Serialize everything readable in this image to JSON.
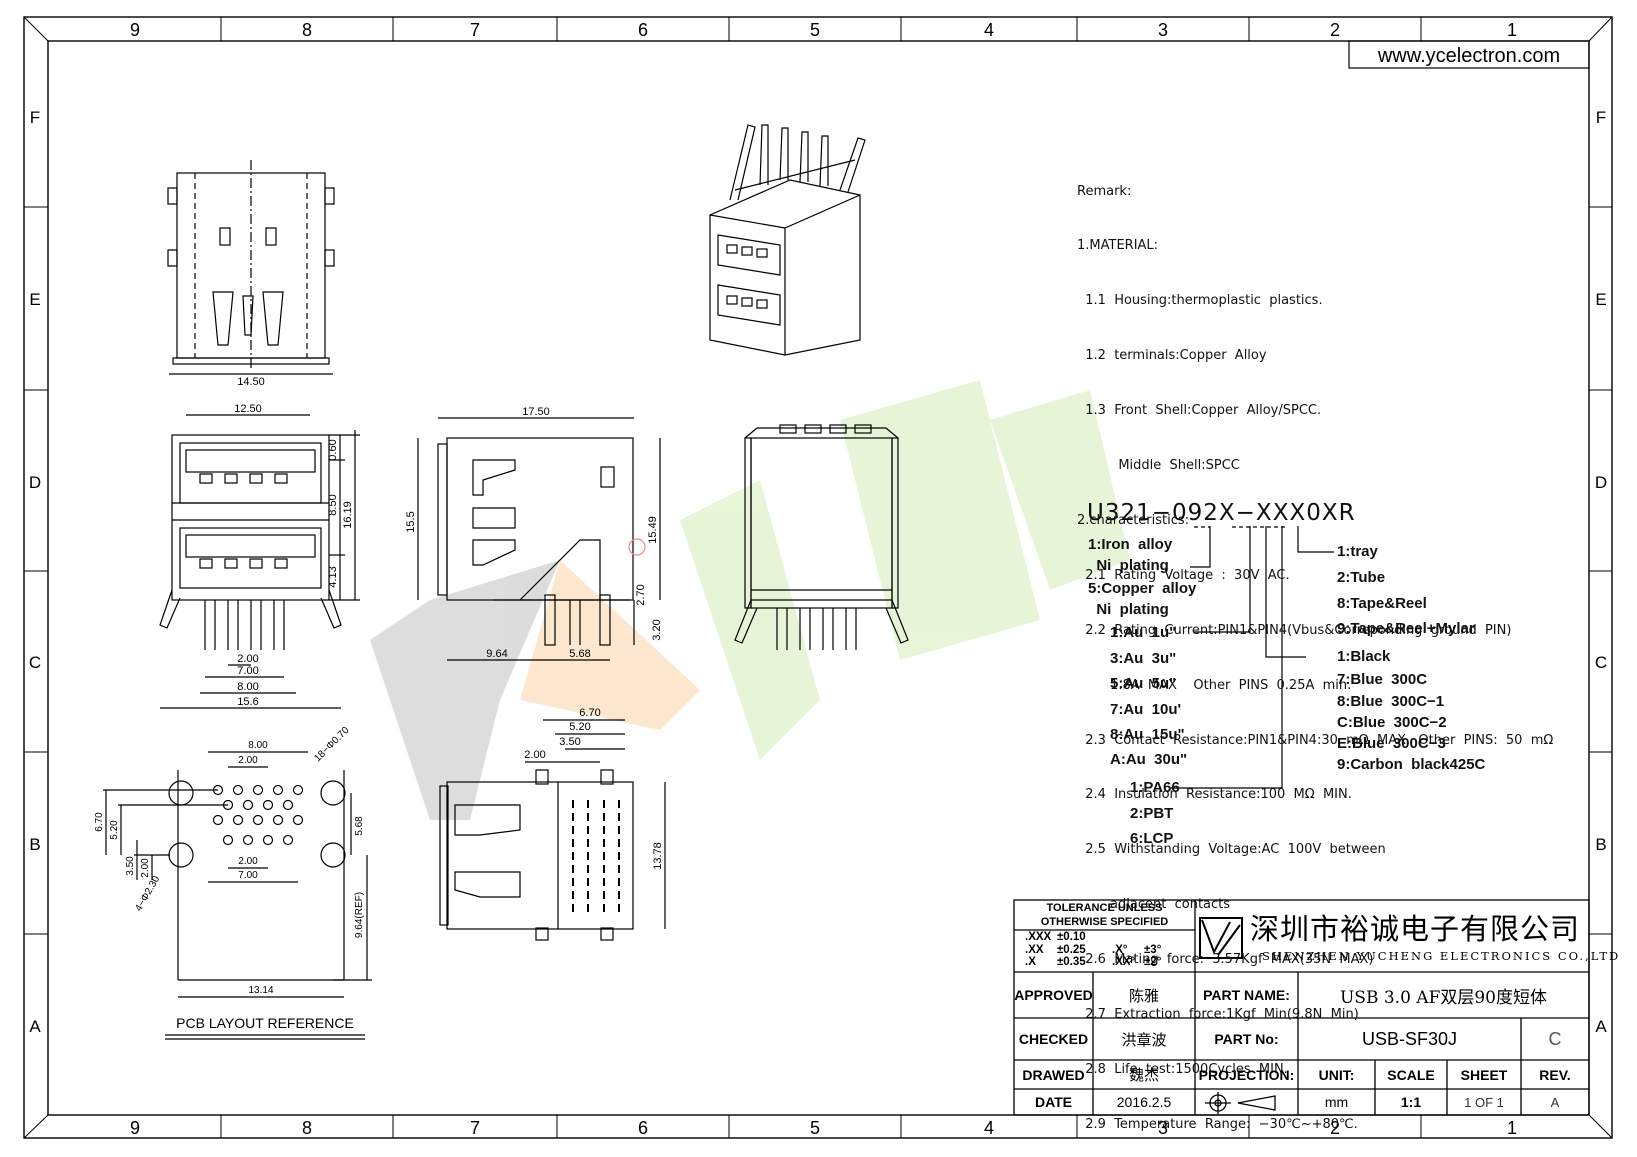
{
  "website": "www.ycelectron.com",
  "border": {
    "columns": [
      "9",
      "8",
      "7",
      "6",
      "5",
      "4",
      "3",
      "2",
      "1"
    ],
    "rows": [
      "F",
      "E",
      "D",
      "C",
      "B",
      "A"
    ]
  },
  "remarks": [
    "Remark:",
    "1.MATERIAL:",
    "  1.1  Housing:thermoplastic  plastics.",
    "  1.2  terminals:Copper  Alloy",
    "  1.3  Front  Shell:Copper  Alloy/SPCC.",
    "          Middle  Shell:SPCC",
    "2.characteristics:",
    "  2.1  Rating  Voltage  :  30V  AC.",
    "  2.2  Rating  Current:PIN1&PIN4(Vbus&Correponding  ground  PIN)",
    "        1.8A  MAX    Other  PINS  0.25A  min.",
    "  2.3  Contact  Resistance:PIN1&PIN4:30  mΩ  MAX.  Other  PINS:  50  mΩ",
    "  2.4  Insulation  Resistance:100  MΩ  MIN.",
    "  2.5  Withstanding  Voltage:AC  100V  between",
    "        adjacent  contacts",
    "  2.6  Mating  force:  3.57Kgf  MAX(35N  MAX)",
    "  2.7  Extraction  force:1Kgf  Min(9.8N  Min)",
    "  2.8  Life  test:1500Cycles  MIN.",
    "  2.9  Temperature  Range:  −30℃~+80℃."
  ],
  "part_code": "U321−092X−XXX0XR",
  "plating_options": [
    "1:Iron  alloy",
    "  Ni  plating",
    "5:Copper  alloy",
    "  Ni  plating"
  ],
  "gold_options": [
    "1:Au  1u\"",
    "3:Au  3u\"",
    "5:Au  5u\"",
    "7:Au  10u'",
    "8:Au  15u\"",
    "A:Au  30u\""
  ],
  "material_options": [
    "1:PA66",
    "2:PBT",
    "6:LCP"
  ],
  "packing_options": [
    "1:tray",
    "2:Tube",
    "8:Tape&Reel",
    "9:Tape&Reel+Mylar"
  ],
  "color_options": [
    "1:Black",
    "7:Blue  300C",
    "8:Blue  300C−1",
    "C:Blue  300C−2",
    "E:Blue  300C−3",
    "9:Carbon  black425C"
  ],
  "dimensions": {
    "top_width": "14.50",
    "front_width": "12.50",
    "front_h1": "0.60",
    "front_h2": "8.50",
    "front_h3": "16.19",
    "front_h4": "4.13",
    "pitch_a": "2.00",
    "pitch_b": "7.00",
    "pitch_c": "8.00",
    "base_width": "15.6",
    "side_len": "17.50",
    "side_h": "15.5",
    "side_h2": "15.49",
    "side_b1": "9.64",
    "side_b2": "5.68",
    "side_r1": "2.70",
    "side_r2": "3.20",
    "bot_a": "6.70",
    "bot_b": "5.20",
    "bot_c": "3.50",
    "bot_d": "2.00",
    "bot_h": "13.78",
    "pcb_8": "8.00",
    "pcb_2": "2.00",
    "pcb_hole": "18−Φ0.70",
    "pcb_670": "6.70",
    "pcb_520": "5.20",
    "pcb_568": "5.68",
    "pcb_200b": "2.00",
    "pcb_700": "7.00",
    "pcb_350": "3.50",
    "pcb_200c": "2.00",
    "pcb_phi": "4−Φ2.30",
    "pcb_964": "9.64(REF)",
    "pcb_1314": "13.14"
  },
  "pcb_caption": "PCB  LAYOUT  REFERENCE",
  "title_block": {
    "tolerance_title_1": "TOLERANCE  UNLESS",
    "tolerance_title_2": "OTHERWISE  SPECIFIED",
    "tol_rows": [
      [
        ".XXX",
        "±0.10",
        "",
        ""
      ],
      [
        ".XX",
        "±0.25",
        ".X°",
        "±3°"
      ],
      [
        ".X",
        "±0.35",
        ".XX°",
        "±2°"
      ]
    ],
    "company_cn": "深圳市裕诚电子有限公司",
    "company_en": "SHENZHEN  YUCHENG  ELECTRONICS  CO.,LTD",
    "approved_label": "APPROVED",
    "approved_name": "陈雅",
    "checked_label": "CHECKED",
    "checked_name": "洪章波",
    "drawed_label": "DRAWED",
    "drawed_name": "魏杰",
    "date_label": "DATE",
    "date_value": "2016.2.5",
    "part_name_label": "PART  NAME:",
    "part_name_value": "USB  3.0  AF双层90度短体",
    "part_no_label": "PART  No:",
    "part_no_value": "USB-SF30J",
    "part_no_rev": "C",
    "projection_label": "PROJECTION:",
    "unit_label": "UNIT:",
    "unit_value": "mm",
    "scale_label": "SCALE",
    "scale_value": "1:1",
    "sheet_label": "SHEET",
    "sheet_value": "1  OF  1",
    "rev_label": "REV.",
    "rev_value": "A"
  }
}
